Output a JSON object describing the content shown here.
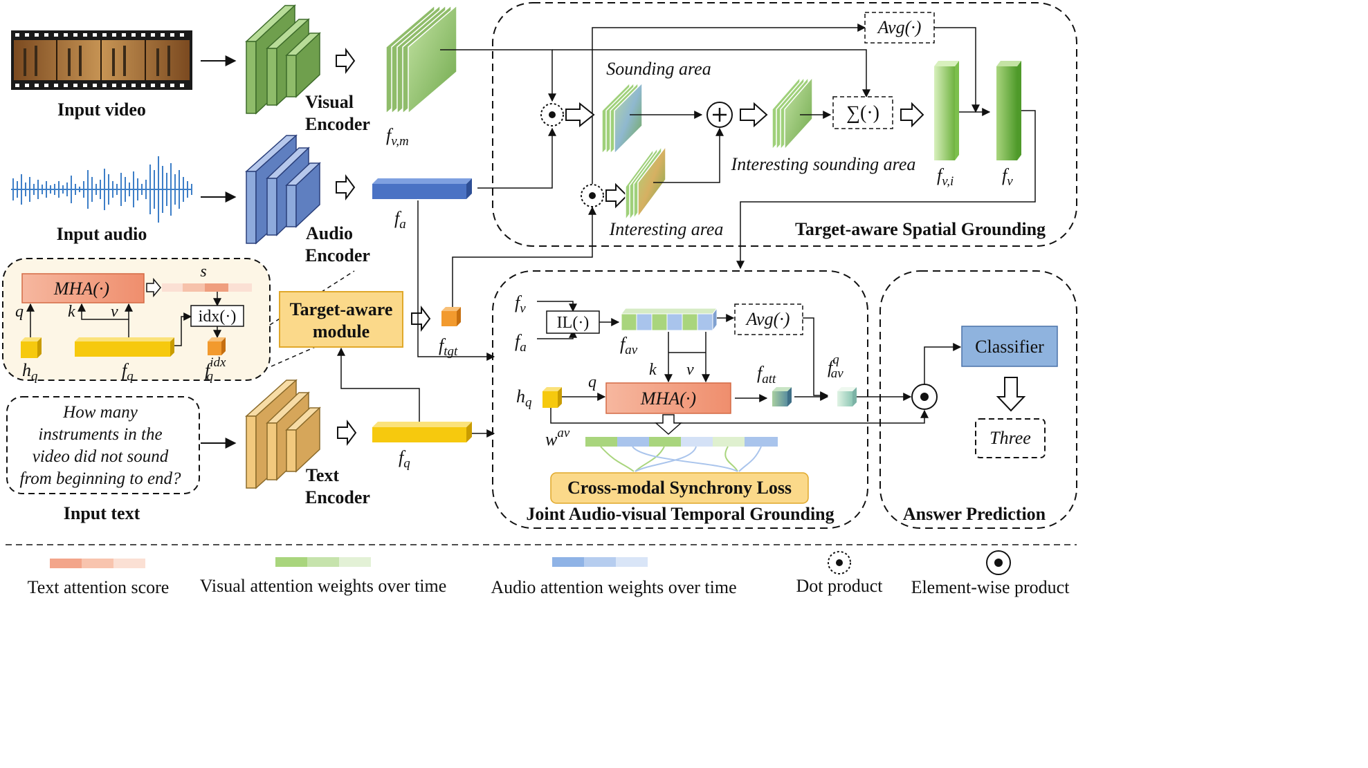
{
  "inputs": {
    "video_label": "Input video",
    "audio_label": "Input audio",
    "text_label": "Input text",
    "question_lines": [
      "How many",
      "instruments in the",
      "video did not sound",
      "from beginning to end?"
    ]
  },
  "encoders": {
    "visual": [
      "Visual",
      "Encoder"
    ],
    "audio": [
      "Audio",
      "Encoder"
    ],
    "text": [
      "Text",
      "Encoder"
    ]
  },
  "features": {
    "f_vm": "f",
    "f_vm_sub": "v,m",
    "f_a": "f",
    "f_a_sub": "a",
    "f_q": "f",
    "f_q_sub": "q",
    "f_tgt": "f",
    "f_tgt_sub": "tgt"
  },
  "target_aware": {
    "module_lines": [
      "Target-aware",
      "module"
    ],
    "mha": "MHA(·)",
    "s": "s",
    "q": "q",
    "k": "k",
    "v": "v",
    "idx": "idx(·)",
    "h_q": "h",
    "h_q_sub": "q",
    "f_q": "f",
    "f_q_sub": "q",
    "f_idx": "f",
    "f_idx_sup": "idx",
    "f_idx_sub": "q"
  },
  "spatial": {
    "title": "Target-aware Spatial Grounding",
    "sounding_area": "Sounding area",
    "interesting_area": "Interesting area",
    "interesting_sounding_area": "Interesting sounding area",
    "avg": "Avg(·)",
    "sum": "∑(·)",
    "f_vi": "f",
    "f_vi_sub": "v,i",
    "f_v": "f",
    "f_v_sub": "v"
  },
  "temporal": {
    "title": "Joint Audio-visual Temporal Grounding",
    "il": "IL(·)",
    "avg": "Avg(·)",
    "mha": "MHA(·)",
    "f_v": "f",
    "f_v_sub": "v",
    "f_a": "f",
    "f_a_sub": "a",
    "f_av": "f",
    "f_av_sub": "av",
    "f_att": "f",
    "f_att_sub": "att",
    "f_avq": "f",
    "f_avq_sup": "q",
    "f_avq_sub": "av",
    "h_q": "h",
    "h_q_sub": "q",
    "q": "q",
    "k": "k",
    "v": "v",
    "w_av": "w",
    "w_av_sup": "av",
    "loss": "Cross-modal Synchrony Loss"
  },
  "answer": {
    "title": "Answer Prediction",
    "classifier": "Classifier",
    "result": "Three"
  },
  "legend": {
    "text_attention": "Text attention score",
    "visual_attention": "Visual attention weights over time",
    "audio_attention": "Audio attention weights over time",
    "dot_product": "Dot product",
    "elementwise_product": "Element-wise product"
  },
  "colors": {
    "visual_green": "#8fbc6a",
    "audio_blue": "#6f8fc8",
    "text_yellow": "#f6c90e",
    "mha_fill": "#f3a58a",
    "target_module": "#fbd98a",
    "classifier": "#8fb3de",
    "loss_fill": "#fbd98a"
  }
}
